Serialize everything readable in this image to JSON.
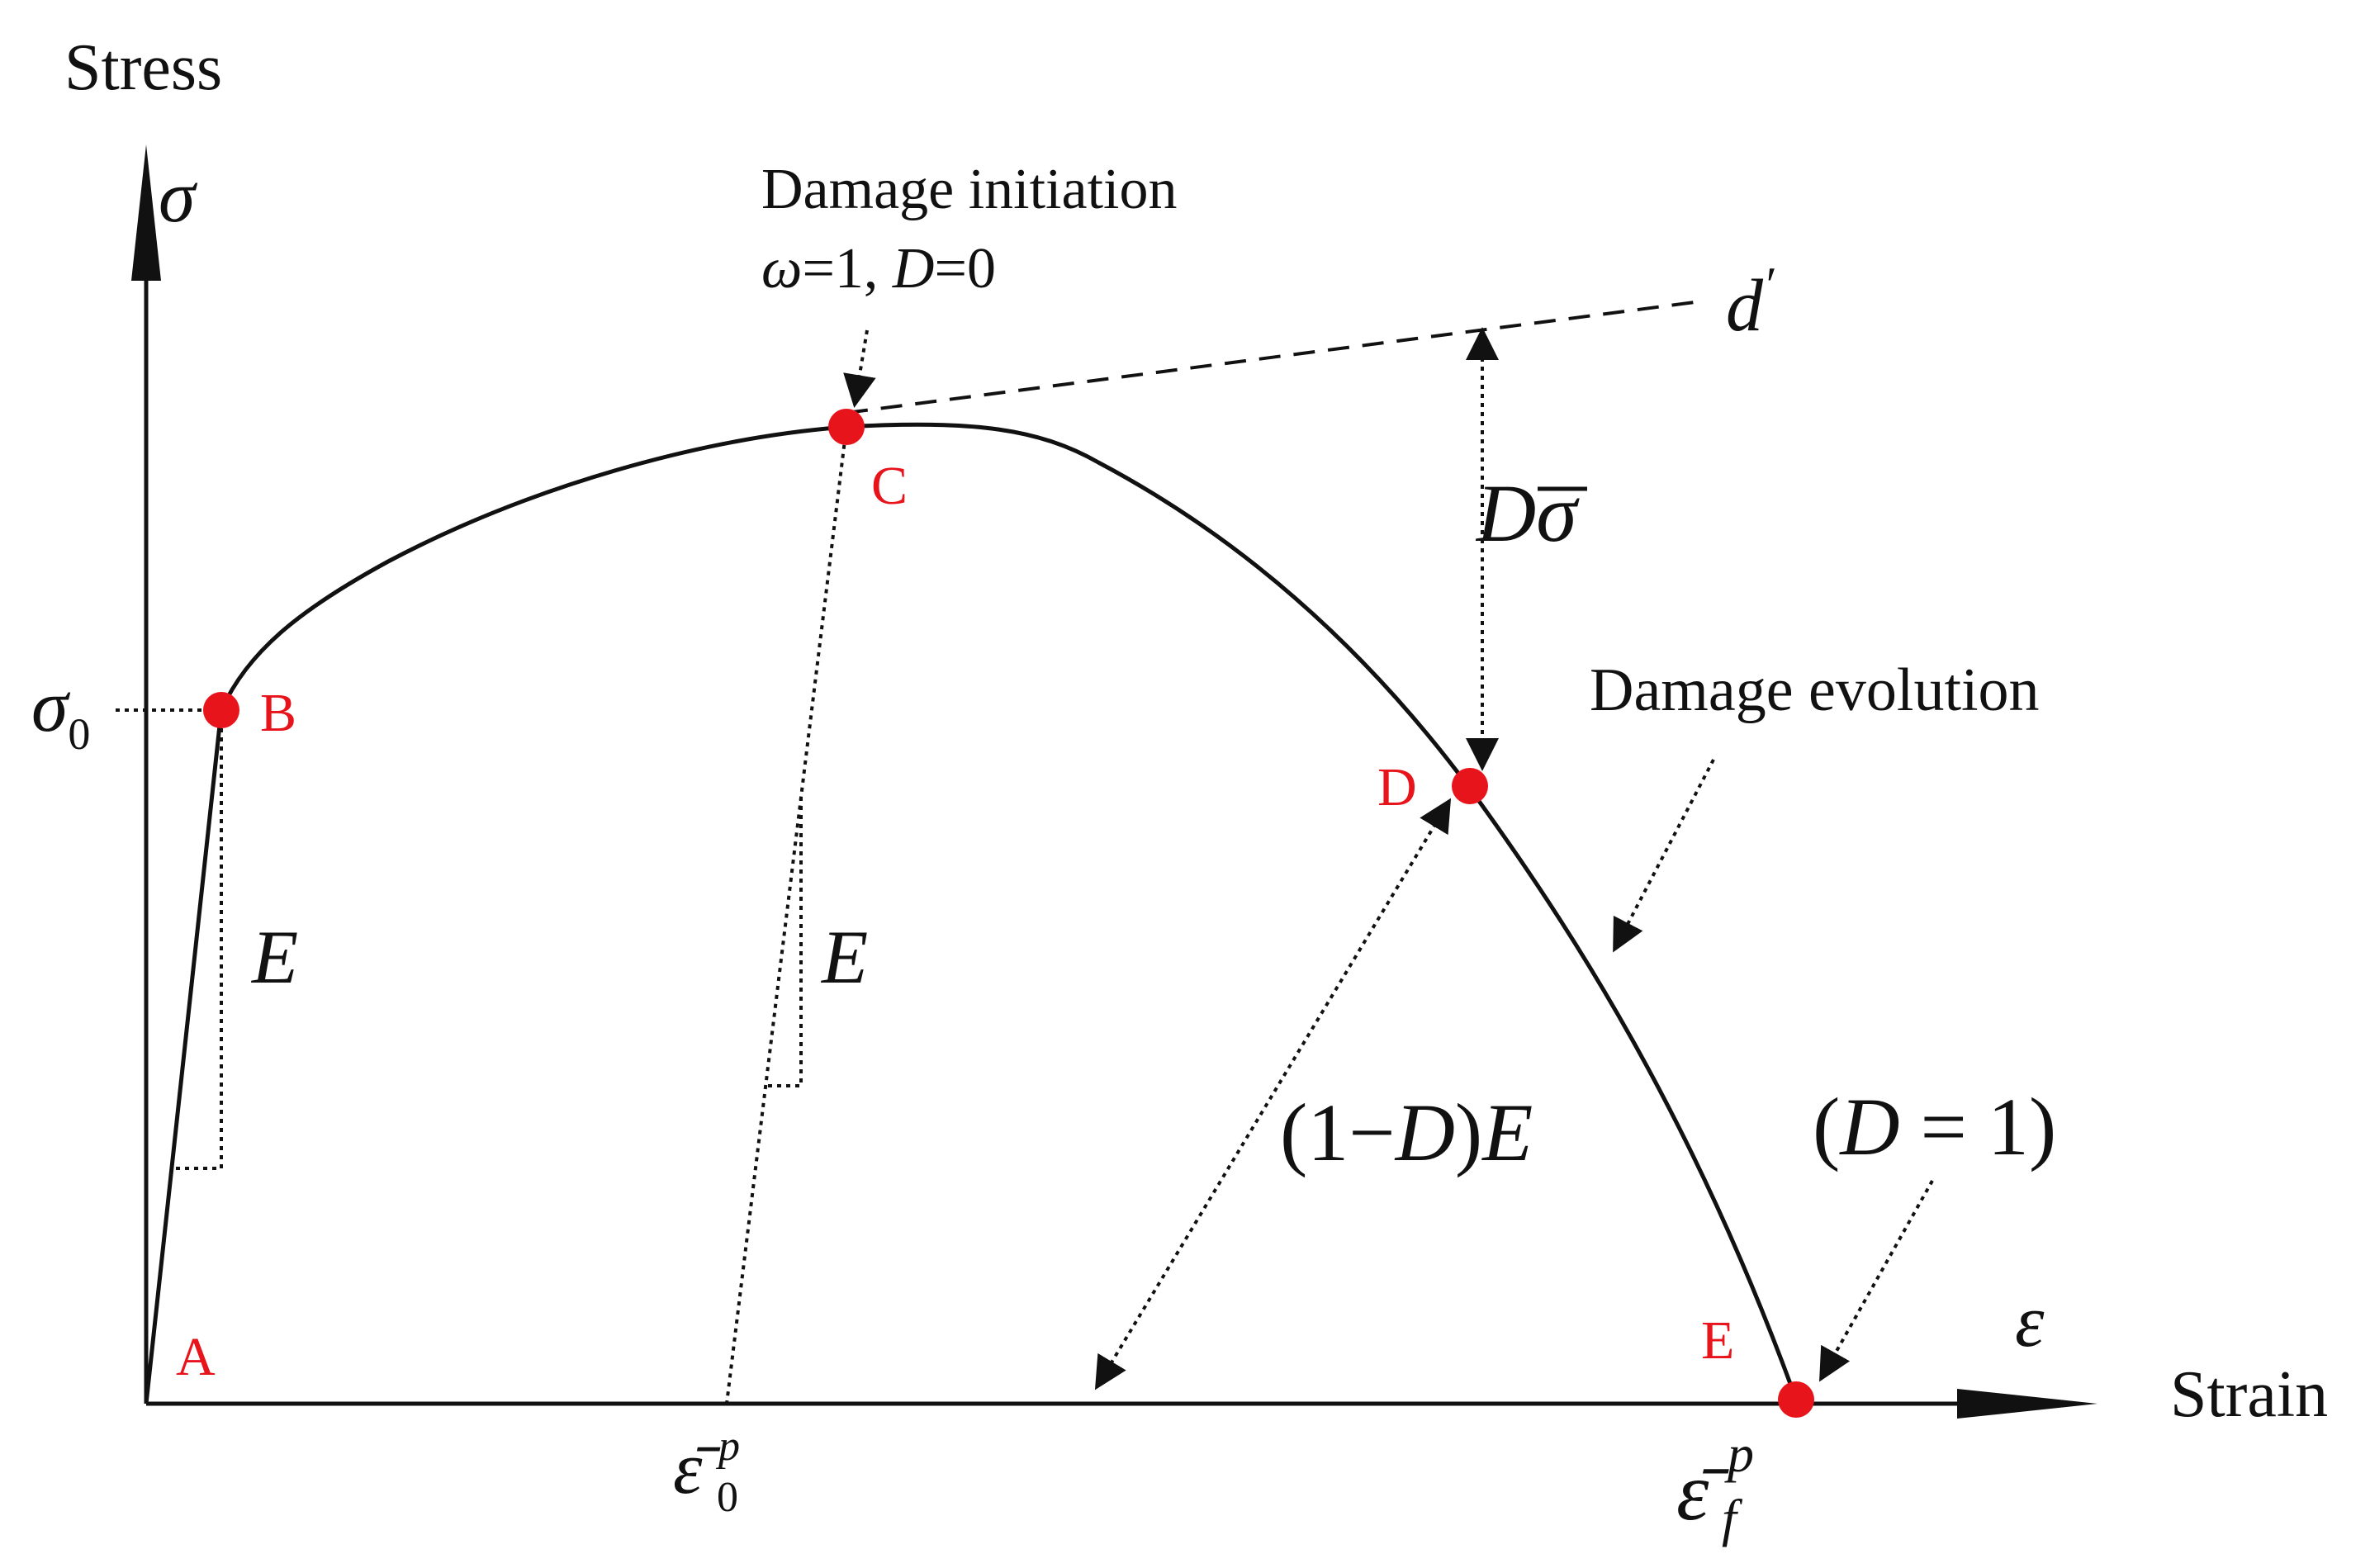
{
  "axes": {
    "y_title": "Stress",
    "y_symbol": "σ",
    "y_tick_sigma": "σ",
    "y_tick_sub": "0",
    "x_title": "Strain",
    "x_symbol": "ε",
    "x_tick1_main": "ε̄",
    "x_tick1_sup": "p",
    "x_tick1_sub": "0",
    "x_tick2_main": "ε̄",
    "x_tick2_sup": "p",
    "x_tick2_sub": "f"
  },
  "points": {
    "A": "A",
    "B": "B",
    "C": "C",
    "D": "D",
    "E": "E"
  },
  "annotations": {
    "damage_initiation": "Damage initiation",
    "omega": "ω",
    "omega_eq": "=1, ",
    "D_italic": "D",
    "D_eq": "=0",
    "d_prime": "d",
    "d_prime_mark": "′",
    "D_sigma_D": "D",
    "D_sigma_sigma": "σ",
    "damage_evolution": "Damage evolution",
    "modulus_E1": "E",
    "modulus_E2": "E",
    "degraded_open": "(1−",
    "degraded_D": "D",
    "degraded_close": ")",
    "degraded_E": "E",
    "fail_open": "(",
    "fail_D": "D",
    "fail_eq": " = 1",
    "fail_close": ")"
  },
  "colors": {
    "points": "#e8141b",
    "line": "#111111"
  }
}
